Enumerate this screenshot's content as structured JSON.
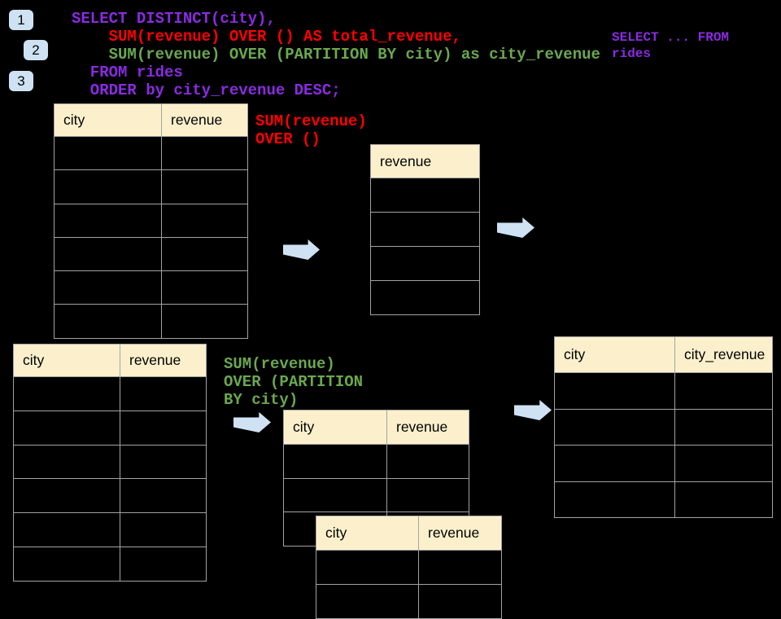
{
  "colors": {
    "background": "#000000",
    "sql_purple": "#8A2BE2",
    "sql_red": "#FF0000",
    "sql_green": "#6AA84F",
    "table_header_bg": "#FCF0CC",
    "table_border": "#A3A3A3",
    "arrow_blue": "#CFE2F3",
    "badge_bg": "#CFE2F3"
  },
  "badges": [
    {
      "label": "1"
    },
    {
      "label": "2"
    },
    {
      "label": "3"
    }
  ],
  "sql_code": {
    "lines": [
      {
        "text": "SELECT DISTINCT(city),",
        "color": "#8A2BE2"
      },
      {
        "text": "    SUM(revenue) OVER () AS total_revenue,",
        "color": "#FF0000"
      },
      {
        "text": "    SUM(revenue) OVER (PARTITION BY city) as city_revenue",
        "color": "#6AA84F"
      },
      {
        "text": "  FROM rides",
        "color": "#8A2BE2"
      },
      {
        "text": "  ORDER by city_revenue DESC;",
        "color": "#8A2BE2"
      }
    ]
  },
  "side_note": {
    "lines": [
      {
        "text": "SELECT ... FROM",
        "color": "#8A2BE2"
      },
      {
        "text": "rides",
        "color": "#8A2BE2"
      }
    ]
  },
  "annotations": {
    "total": {
      "lines": [
        {
          "text": "SUM(revenue)",
          "color": "#FF0000"
        },
        {
          "text": "OVER ()",
          "color": "#FF0000"
        }
      ]
    },
    "partition": {
      "lines": [
        {
          "text": "SUM(revenue)",
          "color": "#6AA84F"
        },
        {
          "text": "OVER (PARTITION",
          "color": "#6AA84F"
        },
        {
          "text": "BY city)",
          "color": "#6AA84F"
        }
      ]
    }
  },
  "tables": {
    "source_step1": {
      "headers": [
        "city",
        "revenue"
      ],
      "empty_rows": 6
    },
    "total_result": {
      "headers": [
        "revenue"
      ],
      "empty_rows": 4
    },
    "source_step2": {
      "headers": [
        "city",
        "revenue"
      ],
      "empty_rows": 6
    },
    "partition_intermediate": {
      "headers": [
        "city",
        "revenue"
      ],
      "empty_rows": 3
    },
    "partition_overlay": {
      "headers": [
        "city",
        "revenue"
      ],
      "empty_rows": 2
    },
    "city_revenue_result": {
      "headers": [
        "city",
        "city_revenue"
      ],
      "empty_rows": 4
    }
  }
}
